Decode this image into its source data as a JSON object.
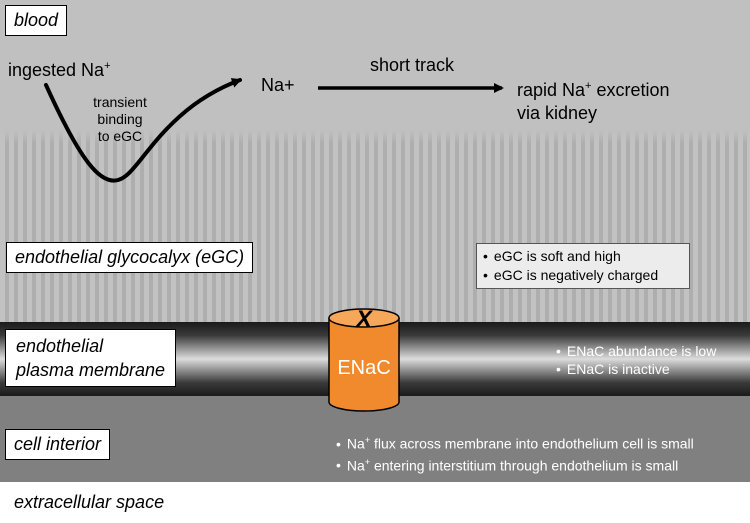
{
  "layers": {
    "blood": "blood",
    "egc": "endothelial glycocalyx (eGC)",
    "membrane_line1": "endothelial",
    "membrane_line2": "plasma membrane",
    "cell_interior": "cell interior",
    "extracellular": "extracellular space"
  },
  "pathway": {
    "ingested": "ingested Na",
    "ingested_sup": "+",
    "transient_line1": "transient",
    "transient_line2": "binding",
    "transient_line3": "to eGC",
    "na_node": "Na+",
    "short_track": "short track",
    "excretion_line1_a": "rapid Na",
    "excretion_line1_sup": "+",
    "excretion_line1_b": " excretion",
    "excretion_line2": "via kidney"
  },
  "channel": {
    "label": "ENaC",
    "blocked_mark": "X",
    "color": "#f08a2c"
  },
  "bullets": {
    "egc": [
      "eGC is soft and high",
      "eGC is negatively charged"
    ],
    "enac": [
      "ENaC abundance is low",
      "ENaC is inactive"
    ],
    "interior": [
      {
        "a": "Na",
        "sup": "+",
        "b": " flux across membrane into endothelium cell is small"
      },
      {
        "a": "Na",
        "sup": "+",
        "b": " entering interstitium through endothelium is small"
      }
    ]
  },
  "colors": {
    "blood": "#c0c0c0",
    "glycocalyx": "#b8b8b8",
    "cell_interior": "#808080",
    "membrane": "#1a1a1a"
  }
}
